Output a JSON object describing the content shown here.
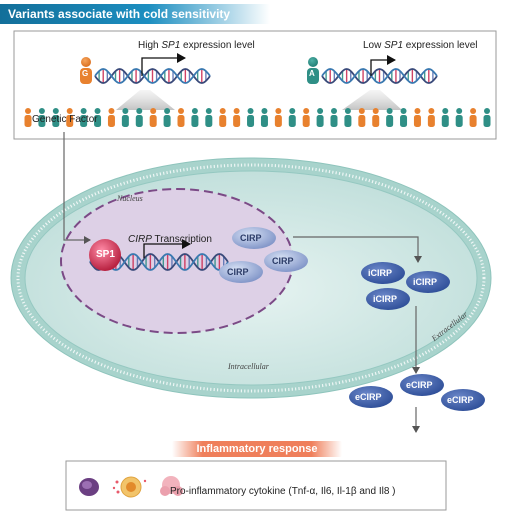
{
  "banner": {
    "title": "Variants associate with cold sensitivity"
  },
  "top": {
    "high_prefix": "High ",
    "high_gene": "SP1",
    "high_suffix": " expression level",
    "low_prefix": "Low ",
    "low_gene": "SP1",
    "low_suffix": " expression level",
    "allele_high": "G",
    "allele_low": "A",
    "genetic_factor": "Genetic Factor"
  },
  "cell": {
    "nucleus": "Nucleus",
    "intracellular": "Intracellular",
    "extracellular": "Extracellular"
  },
  "nucleus": {
    "sp1": "SP1",
    "transcription_gene": "CIRP",
    "transcription_suffix": " Transcription",
    "cirp": [
      "CIRP",
      "CIRP",
      "CIRP"
    ]
  },
  "proteins": {
    "icirp": [
      "iCIRP",
      "iCIRP",
      "iCIRP"
    ],
    "ecirp": [
      "eCIRP",
      "eCIRP",
      "eCIRP"
    ]
  },
  "bottom": {
    "inflammatory": "Inflammatory response",
    "cytokine": "Pro-inflammatory cytokine (Tnf-α, Il6, Il-1β and Il8 )"
  },
  "colors": {
    "banner": "#1a86b8",
    "orange": "#e8812e",
    "teal": "#2f8f86",
    "cell_fill": "#c8e2de",
    "membrane": "#9fcdc7",
    "nucleus_fill": "#e4d8ea",
    "nucleus_border": "#7b4a86",
    "sp1": "#cc2f55",
    "protein": "#5a72b2",
    "inflammatory": "#ef7f5b"
  }
}
